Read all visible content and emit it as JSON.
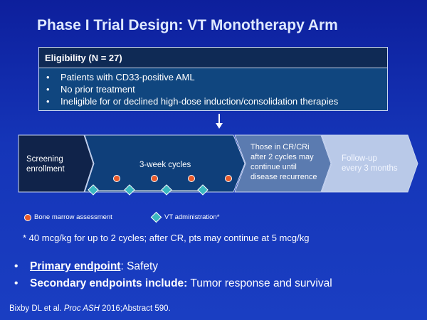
{
  "title": "Phase I Trial Design: VT Monotherapy Arm",
  "eligibility": {
    "header": "Eligibility (N = 27)",
    "items": [
      "Patients with CD33-positive AML",
      "No prior treatment",
      "Ineligible for or declined high-dose induction/consolidation therapies"
    ]
  },
  "flow": {
    "screening": [
      "Screening",
      "enrollment"
    ],
    "cycles": "3-week cycles",
    "continue": [
      "Those in CR/CRi",
      "after 2 cycles may",
      "continue until",
      "disease recurrence"
    ],
    "followup": [
      "Follow-up",
      "every 3 months"
    ]
  },
  "legend": {
    "marrow": "Bone marrow assessment",
    "vt": "VT administration*"
  },
  "footnote": "* 40 mcg/kg for up to 2 cycles; after CR, pts may continue at 5 mcg/kg",
  "endpoints": {
    "primary_label": "Primary endpoint",
    "primary_value": ": Safety",
    "secondary_label": "Secondary endpoints include:",
    "secondary_value": " Tumor response and survival"
  },
  "reference": {
    "authors": "Bixby DL et al. ",
    "journal": "Proc ASH",
    "rest": " 2016;Abstract 590."
  },
  "colors": {
    "screening": "#10234a",
    "cycles": "#0f3f7a",
    "continue": "#5b7bb0",
    "followup": "#b9c9e8",
    "marrow": "#e85a2a",
    "vt": "#3bb8c0"
  }
}
